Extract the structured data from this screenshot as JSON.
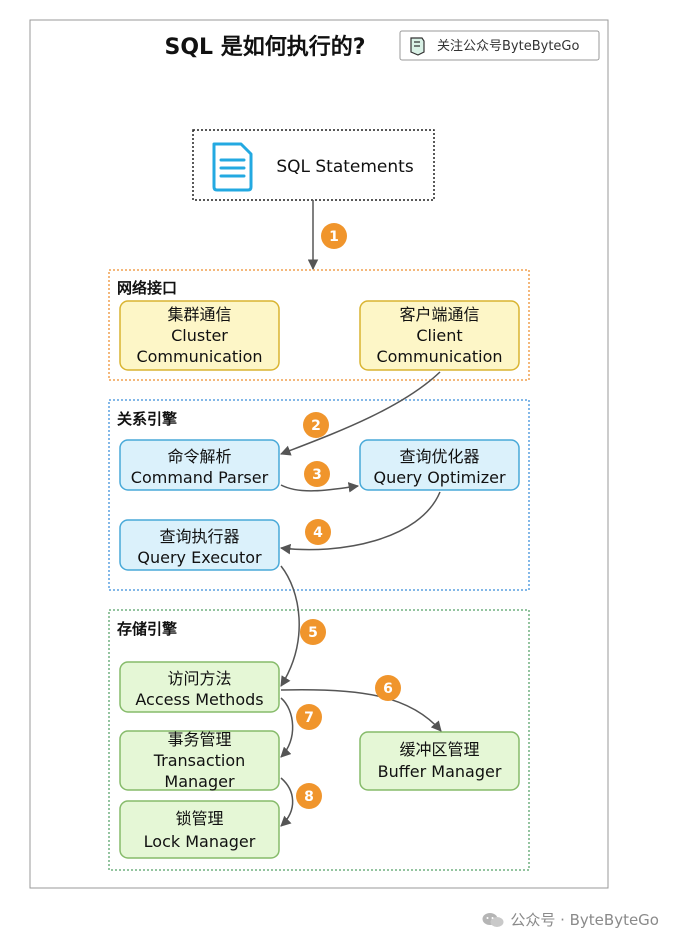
{
  "title": "SQL 是如何执行的?",
  "badge": {
    "text": "关注公众号ByteByteGo",
    "icon": "bytebytego-logo-icon"
  },
  "statements": {
    "label": "SQL Statements",
    "icon": "document-icon"
  },
  "sections": {
    "network": "网络接口",
    "relational": "关系引擎",
    "storage": "存储引擎"
  },
  "nodes": {
    "cluster": {
      "zh": "集群通信",
      "en1": "Cluster",
      "en2": "Communication"
    },
    "client": {
      "zh": "客户端通信",
      "en1": "Client",
      "en2": "Communication"
    },
    "parser": {
      "zh": "命令解析",
      "en1": "Command Parser"
    },
    "optimizer": {
      "zh": "查询优化器",
      "en1": "Query Optimizer"
    },
    "executor": {
      "zh": "查询执行器",
      "en1": "Query Executor"
    },
    "access": {
      "zh": "访问方法",
      "en1": "Access Methods"
    },
    "transaction": {
      "zh": "事务管理",
      "en1": "Transaction",
      "en2": "Manager"
    },
    "buffer": {
      "zh": "缓冲区管理",
      "en1": "Buffer Manager"
    },
    "lock": {
      "zh": "锁管理",
      "en1": "Lock Manager"
    }
  },
  "steps": [
    "1",
    "2",
    "3",
    "4",
    "5",
    "6",
    "7",
    "8"
  ],
  "footer": {
    "text": "公众号 · ByteByteGo",
    "icon": "wechat-icon"
  },
  "colors": {
    "network_border": "#f0a050",
    "relational_border": "#5aa0e0",
    "storage_border": "#70b080",
    "yellow_fill": "#fdf6c7",
    "yellow_stroke": "#d9b431",
    "blue_fill": "#dbf1fb",
    "blue_stroke": "#48a9d8",
    "green_fill": "#e5f7d6",
    "green_stroke": "#86bb6a",
    "badge_fill": "#f0952c",
    "arrow": "#555555",
    "doc_icon": "#23a9e1"
  }
}
